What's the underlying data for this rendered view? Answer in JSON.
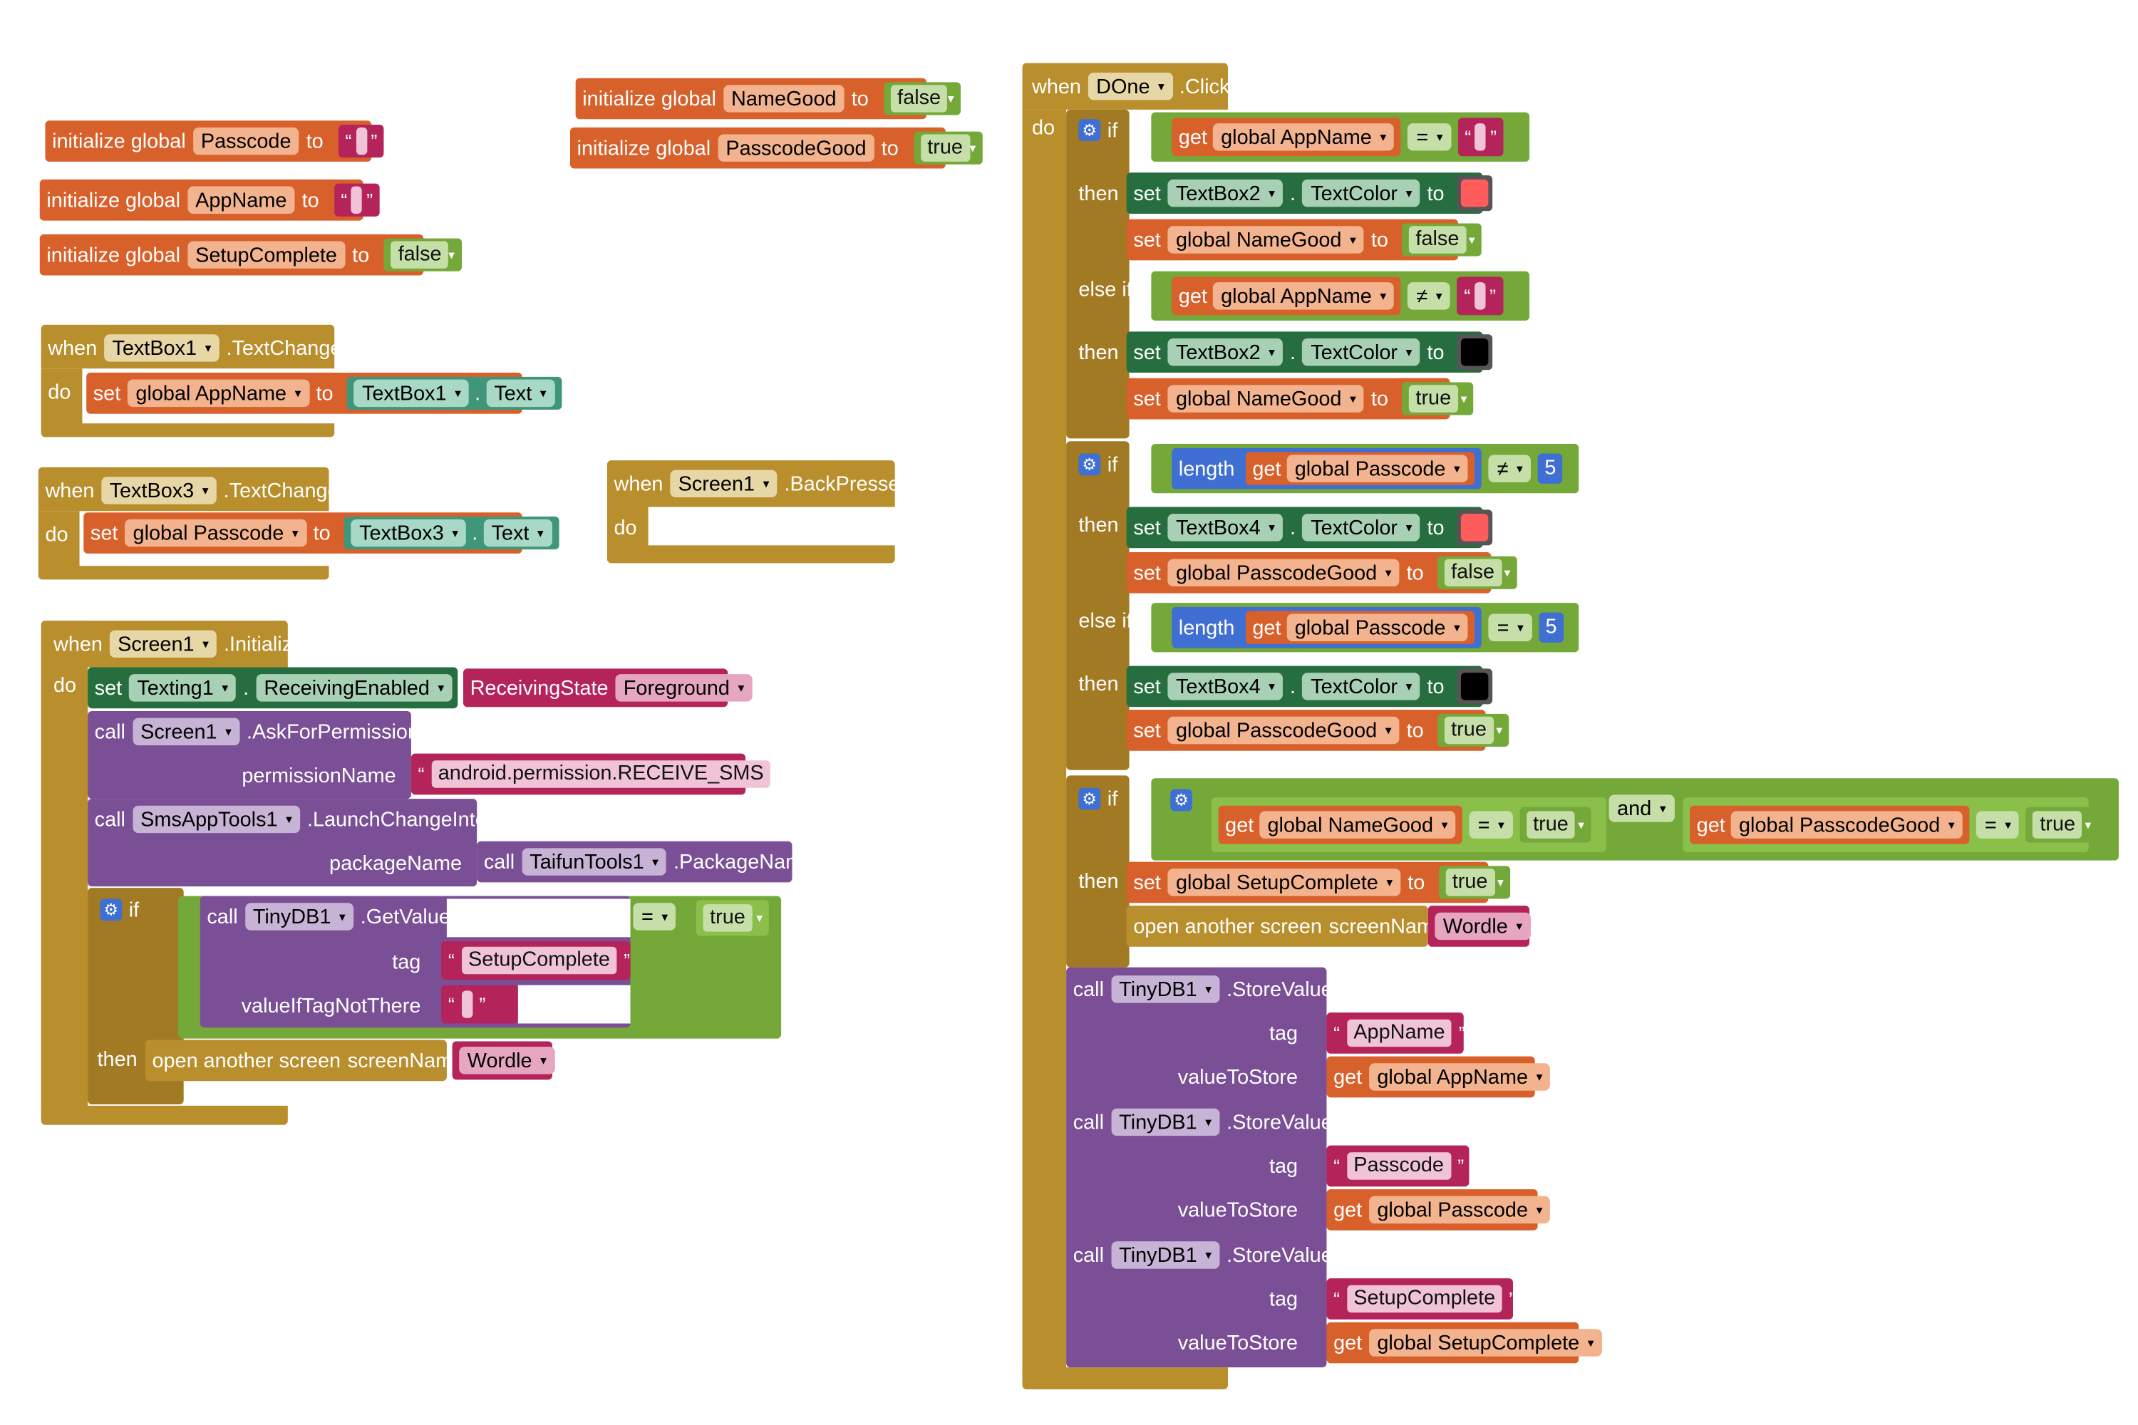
{
  "kw": {
    "initialize_global": "initialize global",
    "to": "to",
    "when": "when",
    "do": "do",
    "set": "set",
    "get": "get",
    "call": "call",
    "if": "if",
    "then": "then",
    "else_if": "else if",
    "length": "length",
    "and": "and",
    "open_another_screen": "open another screen",
    "screenName": "screenName",
    "permissionName": "permissionName",
    "packageName": "packageName",
    "tag": "tag",
    "valueIfTagNotThere": "valueIfTagNotThere",
    "valueToStore": "valueToStore",
    "false": "false",
    "true": "true",
    "eq": "=",
    "neq": "≠",
    "quote_open": "“",
    "quote_close": "”",
    "dot": "."
  },
  "globals": {
    "passcode": {
      "name": "Passcode"
    },
    "appname": {
      "name": "AppName"
    },
    "setupcomplete": {
      "name": "SetupComplete",
      "value": "false"
    },
    "namegood": {
      "name": "NameGood",
      "value": "false"
    },
    "passcodegood": {
      "name": "PasscodeGood",
      "value": "true"
    }
  },
  "events": {
    "textbox1_changed": {
      "component": "TextBox1",
      "event": ".TextChanged",
      "var": "global AppName",
      "src_component": "TextBox1",
      "src_prop": "Text"
    },
    "textbox3_changed": {
      "component": "TextBox3",
      "event": ".TextChanged",
      "var": "global Passcode",
      "src_component": "TextBox3",
      "src_prop": "Text"
    },
    "back_pressed": {
      "component": "Screen1",
      "event": ".BackPressed"
    },
    "initialize": {
      "component": "Screen1",
      "event": ".Initialize",
      "set_component": "Texting1",
      "set_prop": "ReceivingEnabled",
      "receiving_state": "ReceivingState",
      "receiving_value": "Foreground",
      "ask_component": "Screen1",
      "ask_method": ".AskForPermission",
      "permission": "android.permission.RECEIVE_SMS",
      "launch_component": "SmsAppTools1",
      "launch_method": ".LaunchChangeIntent",
      "pkg_component": "TaifunTools1",
      "pkg_method": ".PackageName",
      "db_component": "TinyDB1",
      "db_method": ".GetValue",
      "tag_value": "SetupComplete",
      "screen_name": "Wordle"
    },
    "done_click": {
      "component": "DOne",
      "event": ".Click",
      "g_appname": "global AppName",
      "textbox2": "TextBox2",
      "textbox4": "TextBox4",
      "textcolor": "TextColor",
      "g_namegood": "global NameGood",
      "g_passcode": "global Passcode",
      "g_passcodegood": "global PasscodeGood",
      "g_setupcomplete": "global SetupComplete",
      "five": "5",
      "screen_name": "Wordle",
      "db_component": "TinyDB1",
      "store_method": ".StoreValue",
      "tag_appname": "AppName",
      "tag_passcode": "Passcode",
      "tag_setupcomplete": "SetupComplete"
    }
  },
  "colors": {
    "control": "#b98e2d",
    "procedure_variable": "#d8612b",
    "text": "#b4235a",
    "logic": "#74a93a",
    "setter": "#266e3f",
    "property": "#40967a",
    "component_call": "#7a4f95",
    "math": "#3f6fd2",
    "swatch_red": "#ff5c5c",
    "swatch_black": "#000000"
  }
}
